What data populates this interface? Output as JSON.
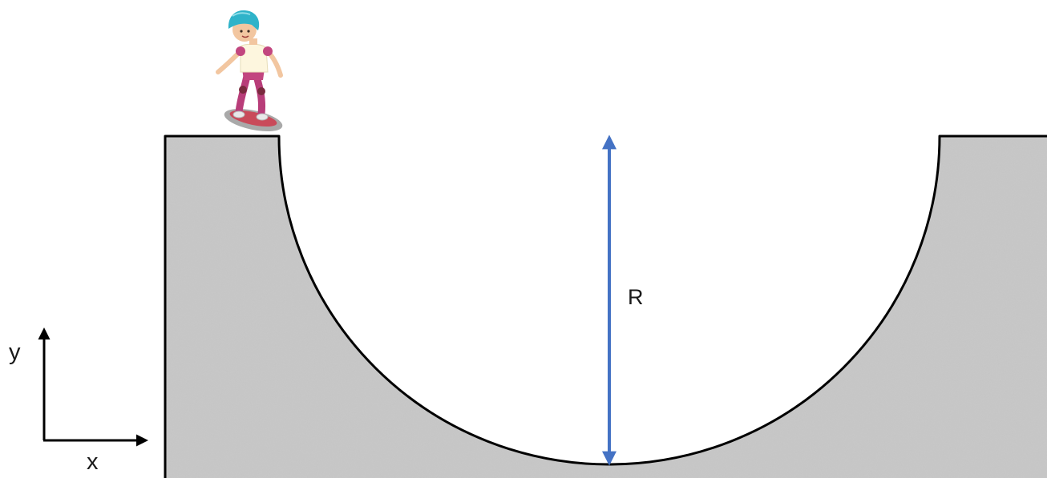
{
  "labels": {
    "radius": "R",
    "axis_y": "y",
    "axis_x": "x"
  },
  "colors": {
    "ramp_fill": "#c8c8c8",
    "ramp_outline": "#000000",
    "radius_arrow": "#4472c4",
    "axis_arrow": "#000000"
  },
  "icons": {
    "skateboarder": "skateboarder-icon"
  }
}
